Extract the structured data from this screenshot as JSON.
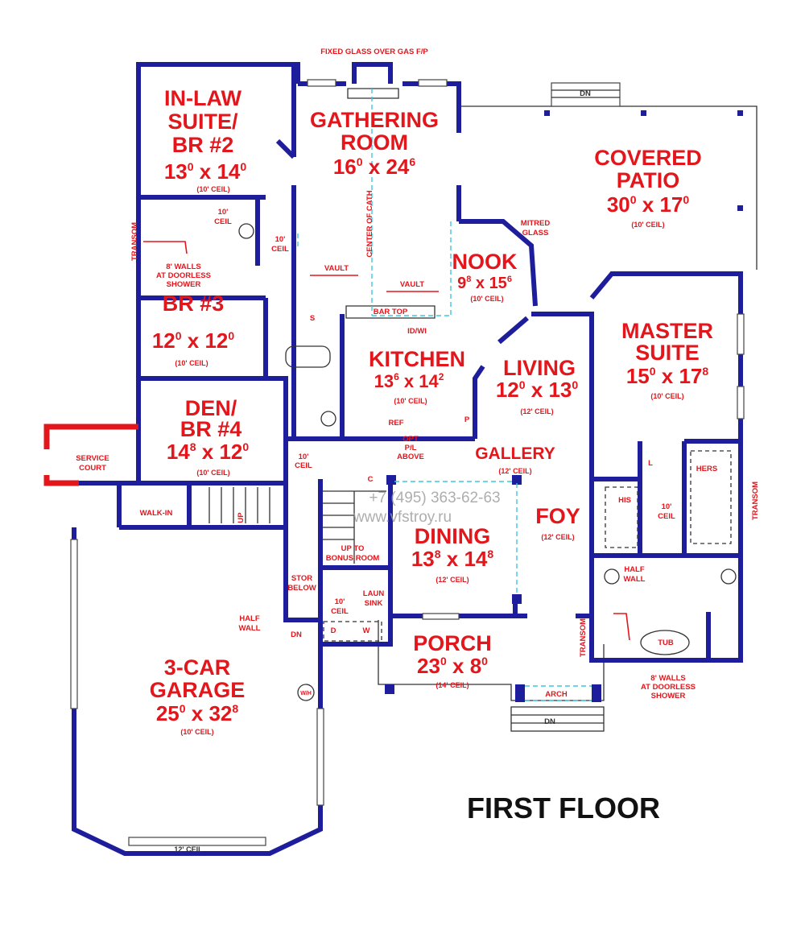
{
  "title": "FIRST FLOOR",
  "colors": {
    "wall": "#1e1e9c",
    "label": "#e3161c",
    "service_wall": "#e3161c",
    "ceiling_line": "#3cc8e0"
  },
  "rooms": {
    "inlaw": {
      "lines": [
        "IN-LAW",
        "SUITE/",
        "BR #2"
      ],
      "w_ft": "13",
      "w_in": "0",
      "l_ft": "14",
      "l_in": "0",
      "ceil": "(10' CEIL)"
    },
    "gathering": {
      "lines": [
        "GATHERING",
        "ROOM"
      ],
      "w_ft": "16",
      "w_in": "0",
      "l_ft": "24",
      "l_in": "6"
    },
    "patio": {
      "lines": [
        "COVERED",
        "PATIO"
      ],
      "w_ft": "30",
      "w_in": "0",
      "l_ft": "17",
      "l_in": "0",
      "ceil": "(10' CEIL)"
    },
    "nook": {
      "lines": [
        "NOOK"
      ],
      "w_ft": "9",
      "w_in": "8",
      "l_ft": "15",
      "l_in": "6",
      "ceil": "(10' CEIL)"
    },
    "br3": {
      "lines": [
        "BR #3"
      ],
      "w_ft": "12",
      "w_in": "0",
      "l_ft": "12",
      "l_in": "0",
      "ceil": "(10' CEIL)"
    },
    "kitchen": {
      "lines": [
        "KITCHEN"
      ],
      "w_ft": "13",
      "w_in": "6",
      "l_ft": "14",
      "l_in": "2",
      "ceil": "(10' CEIL)"
    },
    "living": {
      "lines": [
        "LIVING"
      ],
      "w_ft": "12",
      "w_in": "0",
      "l_ft": "13",
      "l_in": "0",
      "ceil": "(12' CEIL)"
    },
    "master": {
      "lines": [
        "MASTER",
        "SUITE"
      ],
      "w_ft": "15",
      "w_in": "0",
      "l_ft": "17",
      "l_in": "8",
      "ceil": "(10' CEIL)"
    },
    "den": {
      "lines": [
        "DEN/",
        "BR #4"
      ],
      "w_ft": "14",
      "w_in": "8",
      "l_ft": "12",
      "l_in": "0",
      "ceil": "(10' CEIL)"
    },
    "gallery": {
      "lines": [
        "GALLERY"
      ],
      "ceil": "(12' CEIL)"
    },
    "foyer": {
      "lines": [
        "FOY"
      ],
      "ceil": "(12' CEIL)"
    },
    "dining": {
      "lines": [
        "DINING"
      ],
      "w_ft": "13",
      "w_in": "8",
      "l_ft": "14",
      "l_in": "8",
      "ceil": "(12' CEIL)"
    },
    "porch": {
      "lines": [
        "PORCH"
      ],
      "w_ft": "23",
      "w_in": "0",
      "l_ft": "8",
      "l_in": "0",
      "ceil": "(14' CEIL)"
    },
    "garage": {
      "lines": [
        "3-CAR",
        "GARAGE"
      ],
      "w_ft": "25",
      "w_in": "0",
      "l_ft": "32",
      "l_in": "8",
      "ceil": "(10' CEIL)"
    },
    "service": {
      "lines": [
        "SERVICE",
        "COURT"
      ]
    }
  },
  "notes": {
    "fixed_glass": "FIXED GLASS OVER GAS F/P",
    "patio_dn": "DN",
    "mitred": [
      "MITRED",
      "GLASS"
    ],
    "transom_left": "TRANSOM",
    "bath_ceil": [
      "10'",
      "CEIL"
    ],
    "hall_ceil": [
      "10'",
      "CEIL"
    ],
    "shower_left": [
      "8' WALLS",
      "AT DOORLESS",
      "SHOWER"
    ],
    "vault1": "VAULT",
    "vault2": "VAULT",
    "center_cath": "CENTER OF CATH",
    "s": "S",
    "bar_top": "BAR TOP",
    "dw": "ID/WI",
    "ref": "REF",
    "pantry": "P",
    "opt_pl": [
      "OPT",
      "P/L",
      "ABOVE"
    ],
    "den_hall_ceil": [
      "10'",
      "CEIL"
    ],
    "closet_c": "C",
    "walk_in": "WALK-IN",
    "stair_up": "UP",
    "bonus": [
      "UP TO",
      "BONUS ROOM"
    ],
    "stor": [
      "STOR",
      "BELOW"
    ],
    "laun_sink": [
      "LAUN",
      "SINK"
    ],
    "laun_ceil": [
      "10'",
      "CEIL"
    ],
    "half_wall_garage": [
      "HALF",
      "WALL"
    ],
    "garage_dn": "DN",
    "dryer": "D",
    "washer": "W",
    "water_heater": "W/H",
    "garage_ceil": "12' CEIL",
    "his": "HIS",
    "hers": "HERS",
    "linen": "L",
    "closet_ceil": [
      "10'",
      "CEIL"
    ],
    "transom_right": "TRANSOM",
    "half_wall_bath": [
      "HALF",
      "WALL"
    ],
    "transom_bath": "TRANSOM",
    "tub": "TUB",
    "shower_right": [
      "8' WALLS",
      "AT DOORLESS",
      "SHOWER"
    ],
    "arch": "ARCH",
    "porch_dn": "DN"
  },
  "watermark": {
    "phone": "+7 (495) 363-62-63",
    "site": "www.vfstroy.ru"
  }
}
